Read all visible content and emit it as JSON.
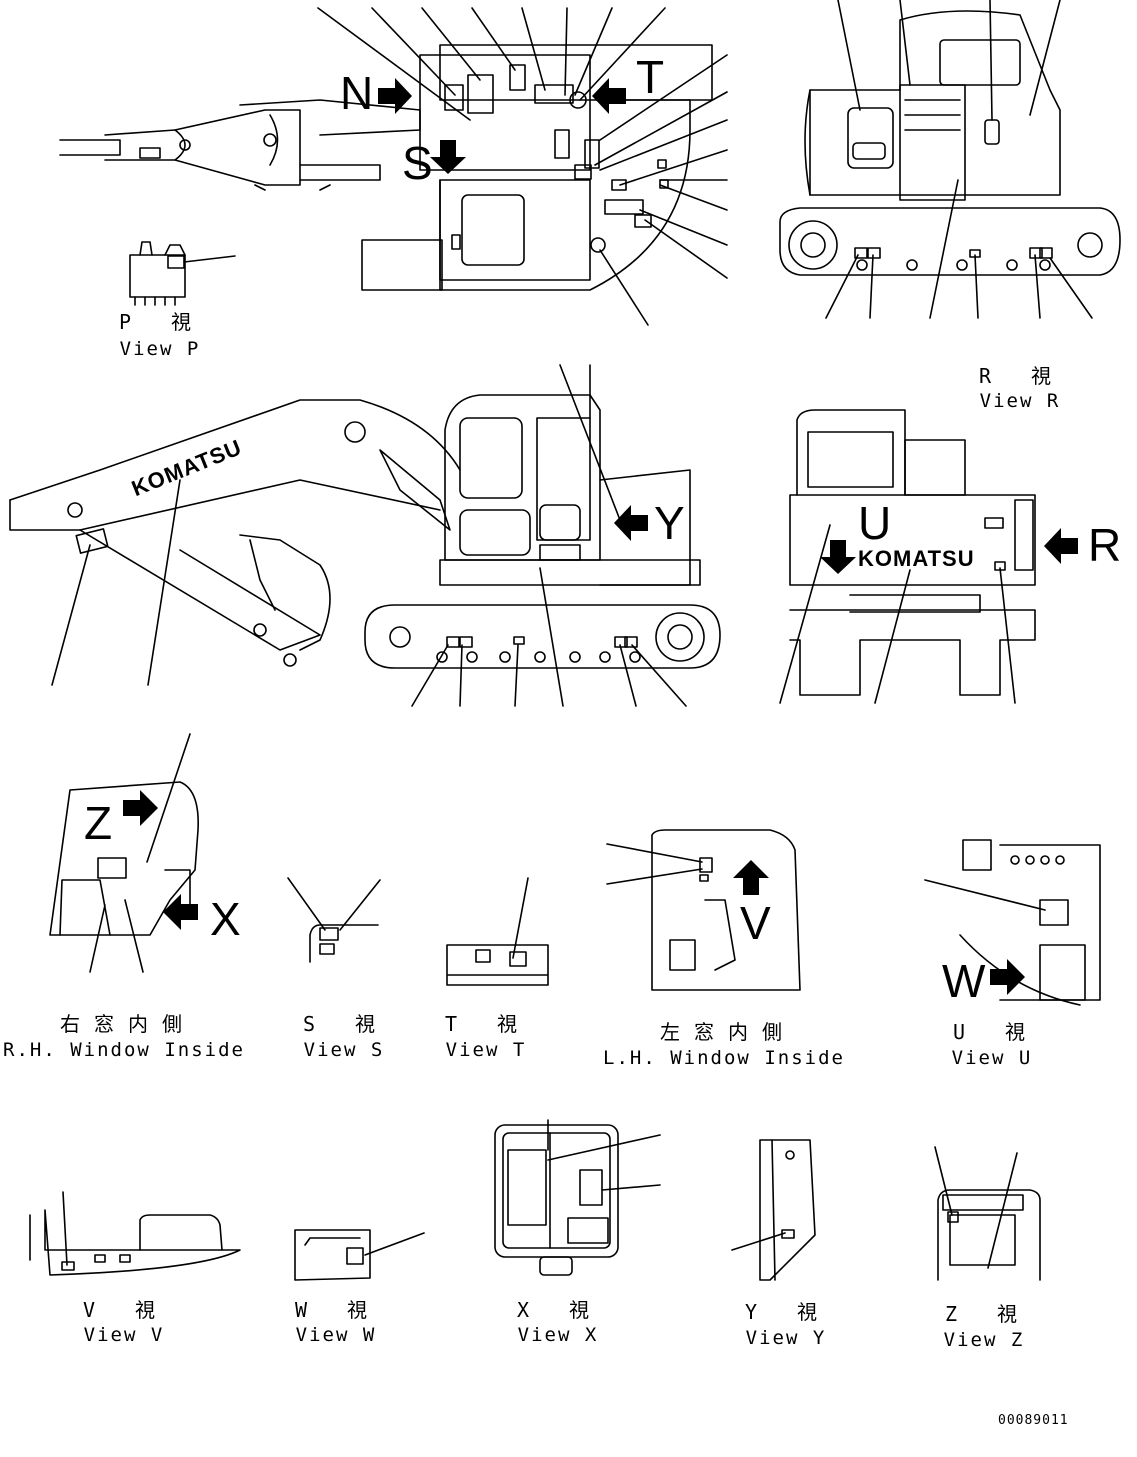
{
  "drawing_number": "00089011",
  "brand_decal_text": "KOMATSU",
  "view_letters": [
    "N",
    "S",
    "T",
    "Y",
    "U",
    "R",
    "Z",
    "X",
    "V",
    "W"
  ],
  "captions": {
    "view_p": {
      "jp": "P 視",
      "en": "View P"
    },
    "view_r": {
      "jp": "R 視",
      "en": "View R"
    },
    "rh_window": {
      "jp": "右窓内側",
      "en": "R.H. Window Inside"
    },
    "view_s": {
      "jp": "S 視",
      "en": "View S"
    },
    "view_t": {
      "jp": "T 視",
      "en": "View T"
    },
    "lh_window": {
      "jp": "左窓内側",
      "en": "L.H. Window Inside"
    },
    "view_u": {
      "jp": "U 視",
      "en": "View U"
    },
    "view_v": {
      "jp": "V 視",
      "en": "View V"
    },
    "view_w": {
      "jp": "W 視",
      "en": "View W"
    },
    "view_x": {
      "jp": "X 視",
      "en": "View X"
    },
    "view_y": {
      "jp": "Y 視",
      "en": "View Y"
    },
    "view_z": {
      "jp": "Z 視",
      "en": "View Z"
    }
  }
}
